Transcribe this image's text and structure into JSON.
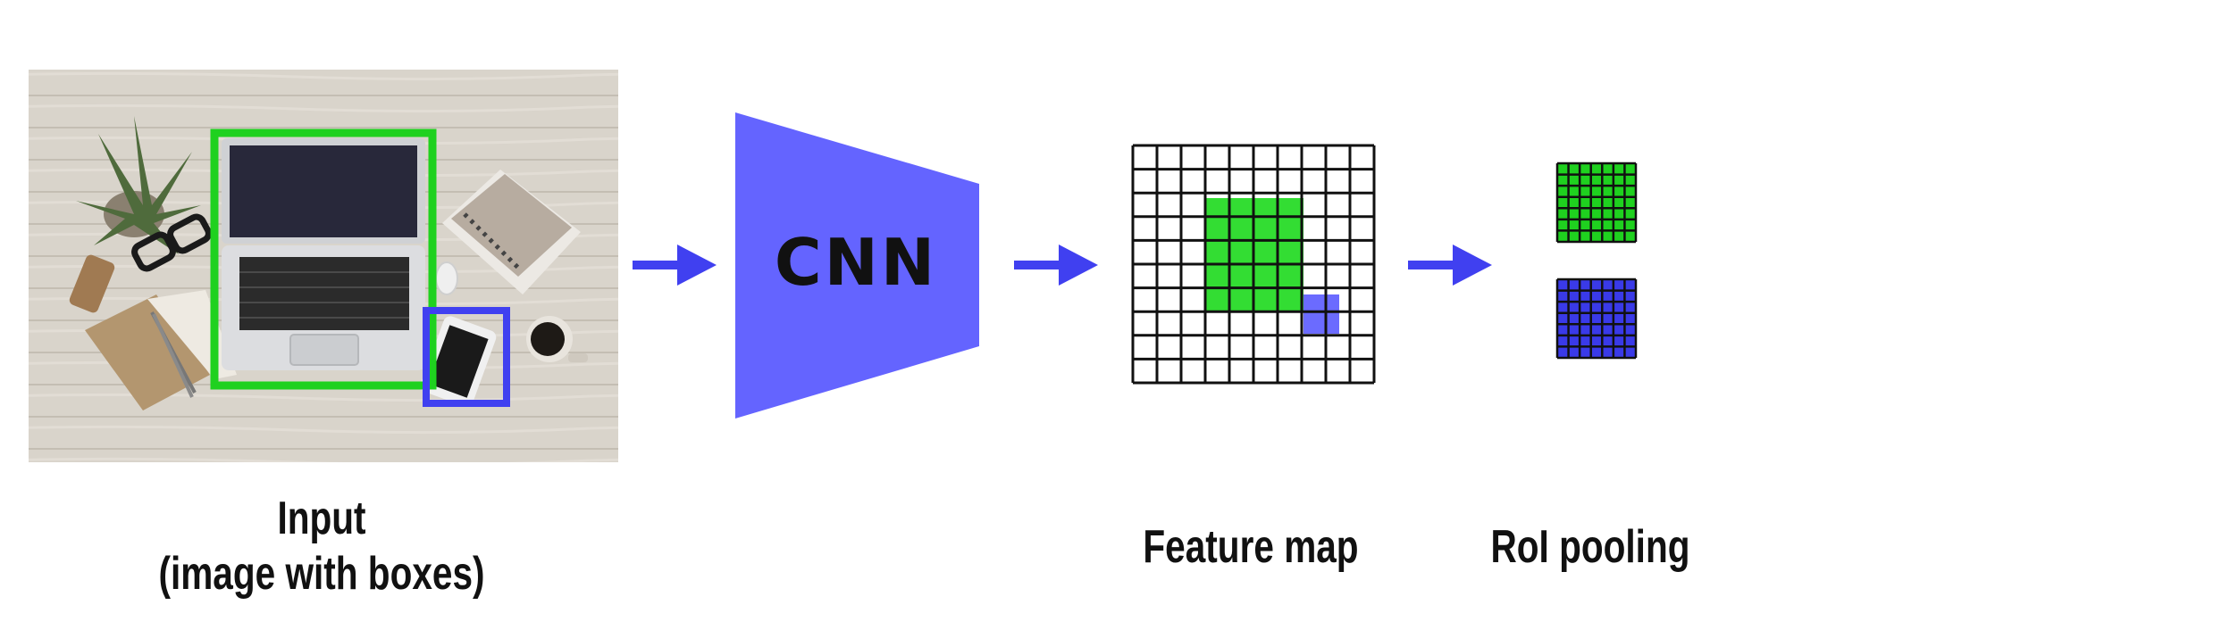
{
  "diagram": {
    "input": {
      "label_line1": "Input",
      "label_line2": "(image with boxes)",
      "green_box_color": "#1fd11f",
      "blue_box_color": "#4040f0"
    },
    "cnn": {
      "label": "CNN",
      "color": "#6464ff"
    },
    "feature_map": {
      "label": "Feature map",
      "grid_rows": 10,
      "grid_cols": 10,
      "green_region_color": "#33dd33",
      "blue_region_color": "#6b6bff"
    },
    "roi_pooling": {
      "label": "RoI pooling",
      "grid_size": 7,
      "green_output_color": "#1fd11f",
      "blue_output_color": "#3a3ae8"
    },
    "arrow_color": "#4040f0"
  }
}
